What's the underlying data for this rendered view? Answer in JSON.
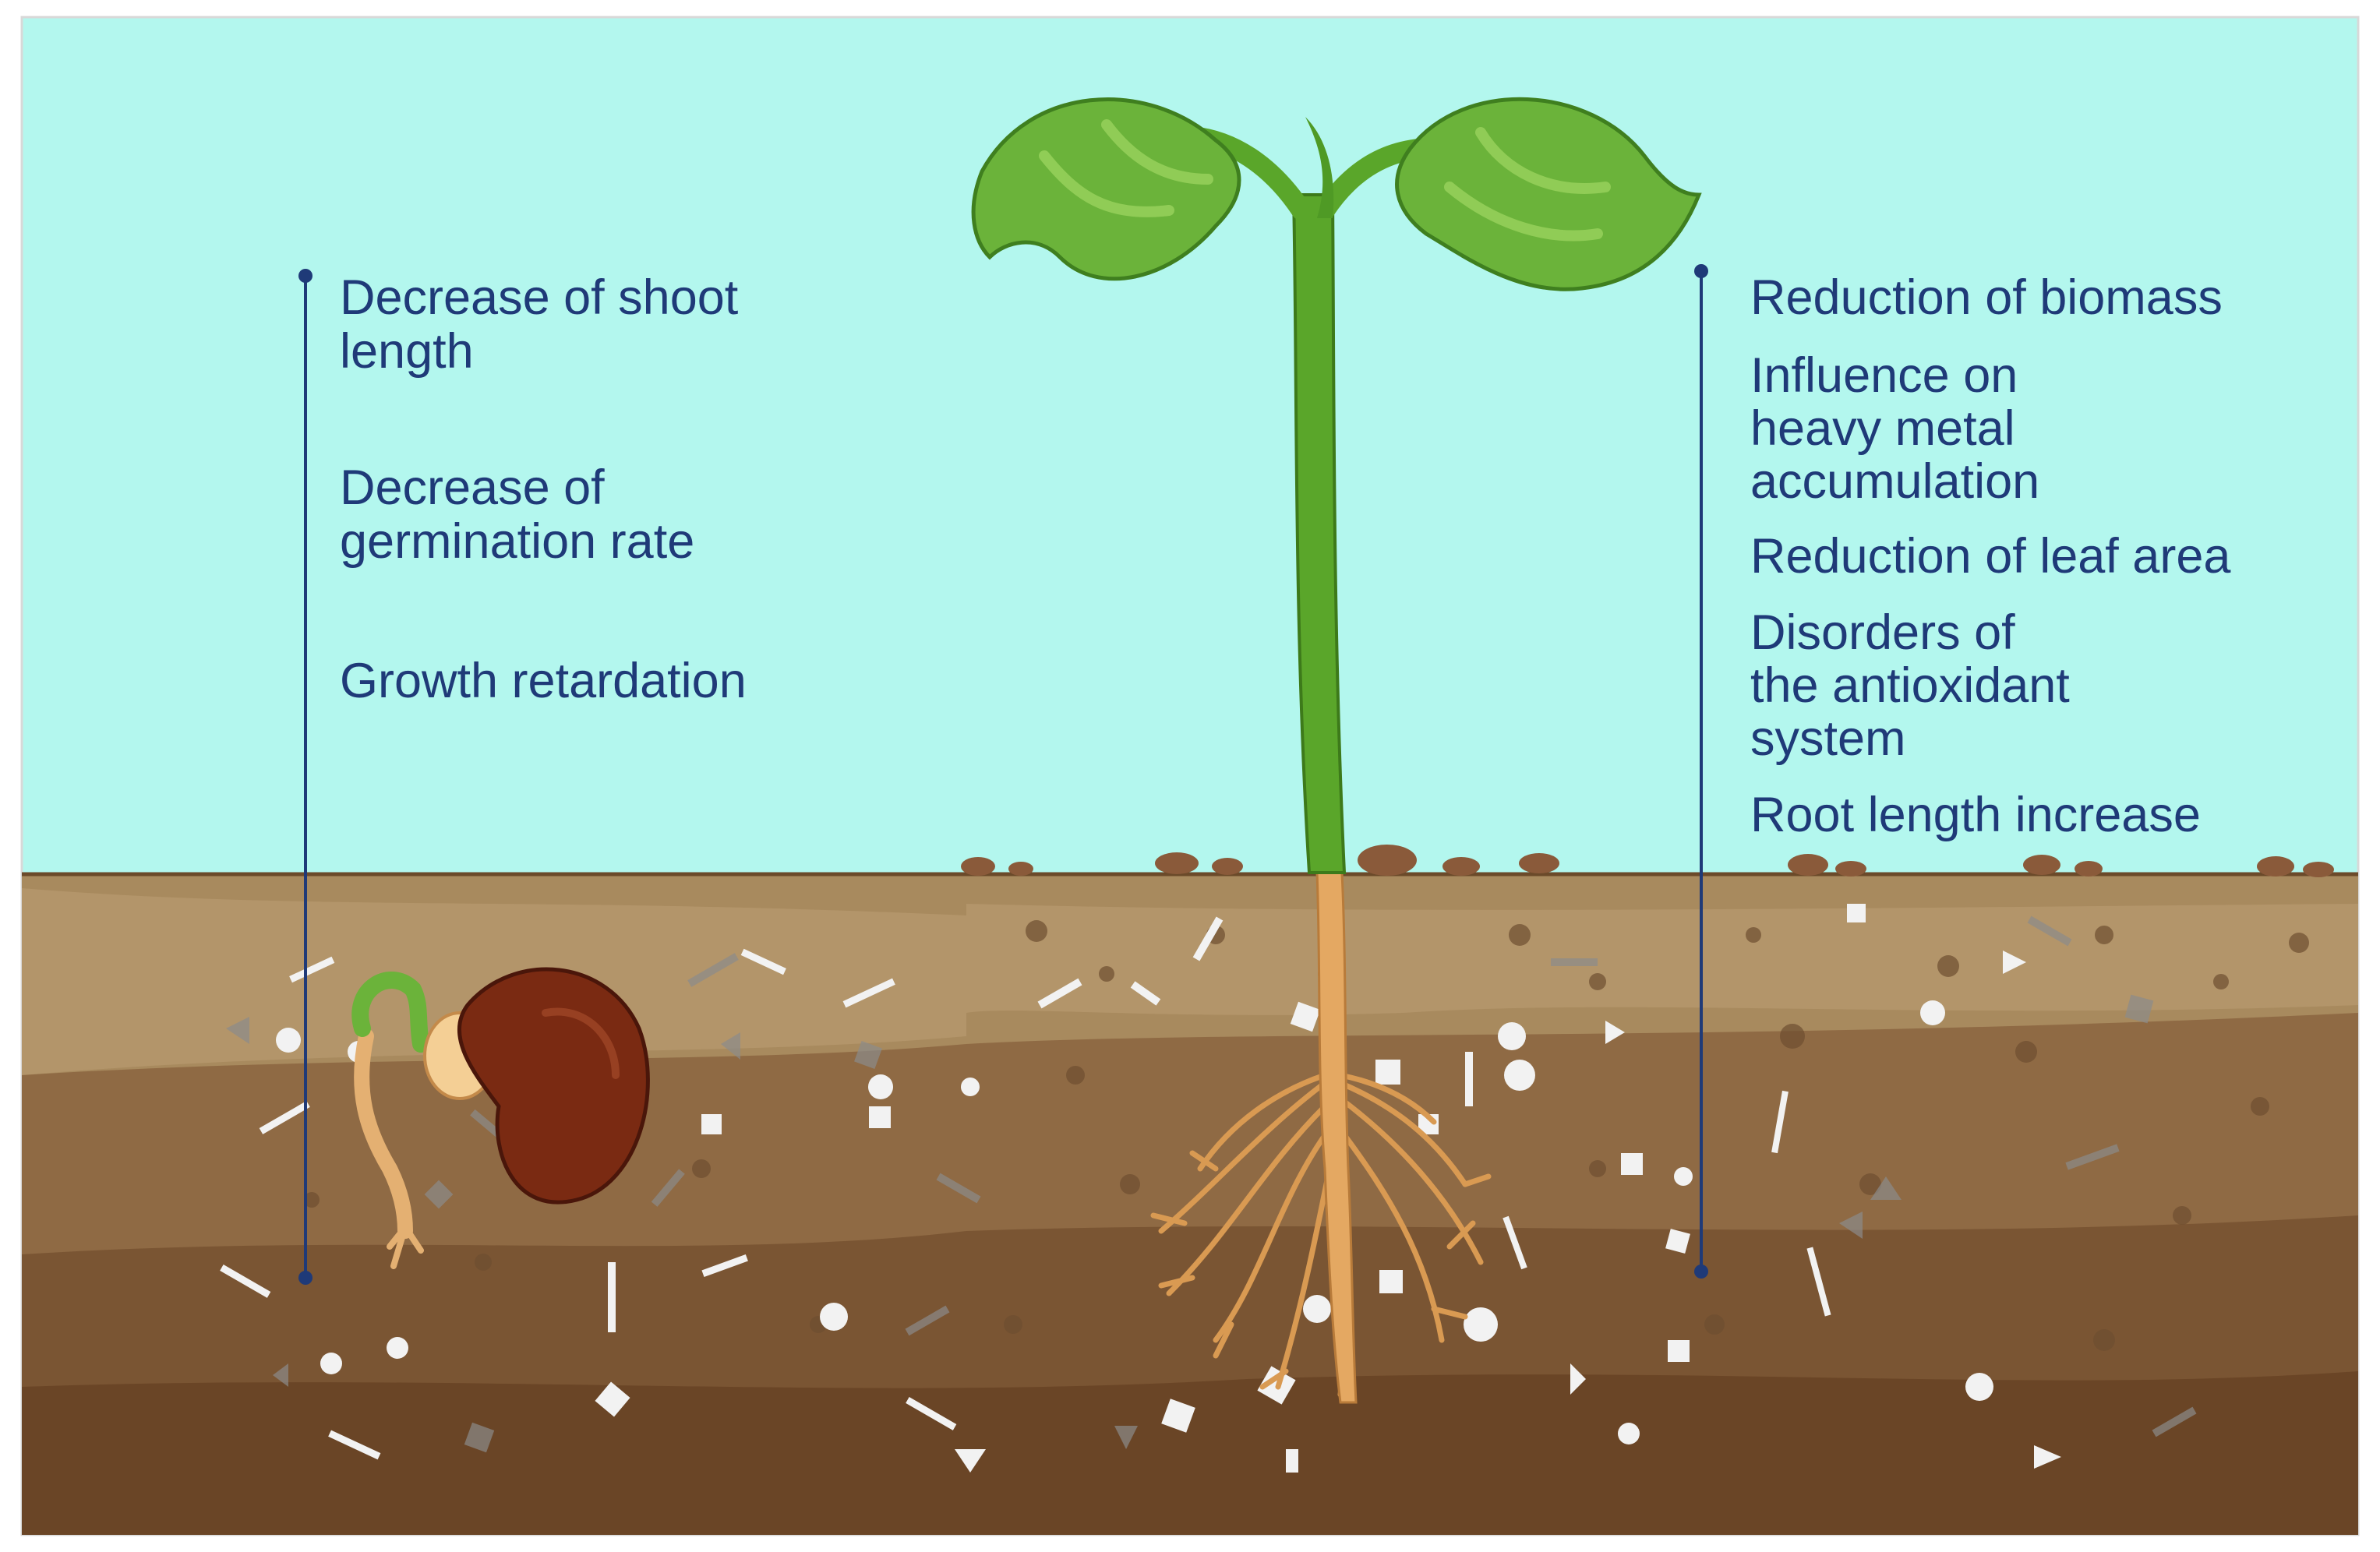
{
  "colors": {
    "sky": "#b3f7ee",
    "text": "#1f3a78",
    "bracket": "#1f3a78",
    "soil_top": "#a88a5e",
    "soil_mid": "#8f6a44",
    "soil_deep": "#6a4526",
    "stem": "#5aa62a",
    "leaf": "#6bb33a",
    "seed": "#7a2a12",
    "root": "#d99a52"
  },
  "left_effects": {
    "items": [
      {
        "text": "Decrease of shoot\nlength"
      },
      {
        "text": "Decrease of\ngermination rate"
      },
      {
        "text": "Growth retardation"
      }
    ]
  },
  "right_effects": {
    "items": [
      {
        "text": "Reduction of biomass"
      },
      {
        "text": "Influence on\nheavy metal\naccumulation"
      },
      {
        "text": "Reduction of leaf area"
      },
      {
        "text": "Disorders of\nthe antioxidant\nsystem"
      },
      {
        "text": "Root length increase"
      }
    ]
  },
  "icons": {
    "seedling": "germinating-seed-icon",
    "plant": "seedling-plant-icon",
    "particles": "microplastic-particles-icon"
  }
}
